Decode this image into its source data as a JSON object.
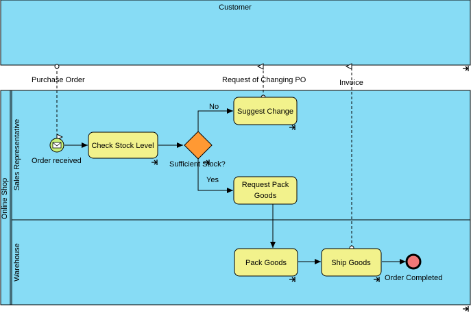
{
  "pools": {
    "customer": {
      "label": "Customer"
    },
    "online_shop": {
      "label": "Online Shop",
      "lanes": {
        "sales": {
          "label": "Sales Representative"
        },
        "warehouse": {
          "label": "Warehouse"
        }
      }
    }
  },
  "events": {
    "start": {
      "label": "Order received"
    },
    "end": {
      "label": "Order Completed"
    }
  },
  "gateway": {
    "label": "Sufficient Stock?"
  },
  "tasks": {
    "check_stock": {
      "label": "Check Stock Level"
    },
    "suggest_change": {
      "label": "Suggest Change"
    },
    "request_pack": {
      "label_line1": "Request Pack",
      "label_line2": "Goods"
    },
    "pack_goods": {
      "label": "Pack Goods"
    },
    "ship_goods": {
      "label": "Ship Goods"
    }
  },
  "flows": {
    "no_label": "No",
    "yes_label": "Yes"
  },
  "messages": {
    "purchase_order": "Purchase Order",
    "request_change_po": "Request of Changing PO",
    "invoice": "Invoice"
  },
  "colors": {
    "pool_fill": "#87dcf5",
    "task_fill": "#f2f28c",
    "gateway_fill": "#ff9933",
    "start_fill": "#c8f078",
    "end_fill": "#f07878"
  }
}
